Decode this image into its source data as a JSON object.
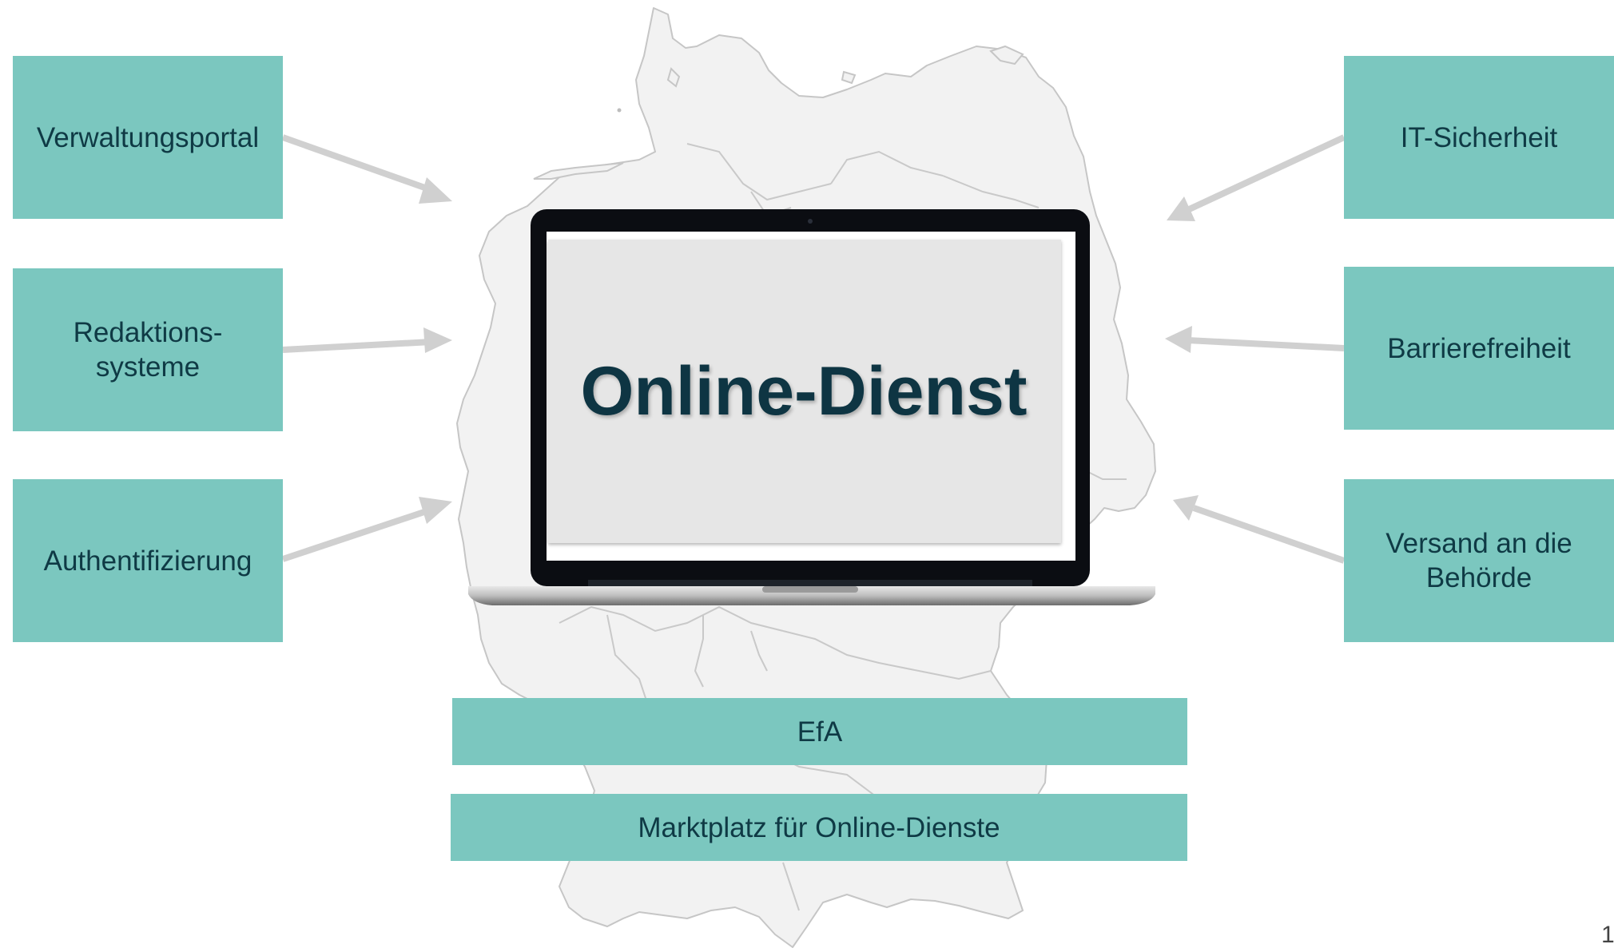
{
  "diagram": {
    "center_title": "Online-Dienst",
    "left_boxes": [
      {
        "label": "Verwaltungsportal"
      },
      {
        "label": "Redaktions-\nsysteme"
      },
      {
        "label": "Authentifizierung"
      }
    ],
    "right_boxes": [
      {
        "label": "IT-Sicherheit"
      },
      {
        "label": "Barrierefreiheit"
      },
      {
        "label": "Versand an die\nBehörde"
      }
    ],
    "bottom_bars": [
      {
        "label": "EfA"
      },
      {
        "label": "Marktplatz für Online-Dienste"
      }
    ]
  },
  "page_number": "1",
  "colors": {
    "box_fill": "#7bc7bf",
    "box_text": "#0f3a45",
    "arrow": "#d0d0d0",
    "map_fill": "#f1f1f1",
    "map_stroke": "#c4c4c4",
    "title_text": "#0e3543"
  }
}
